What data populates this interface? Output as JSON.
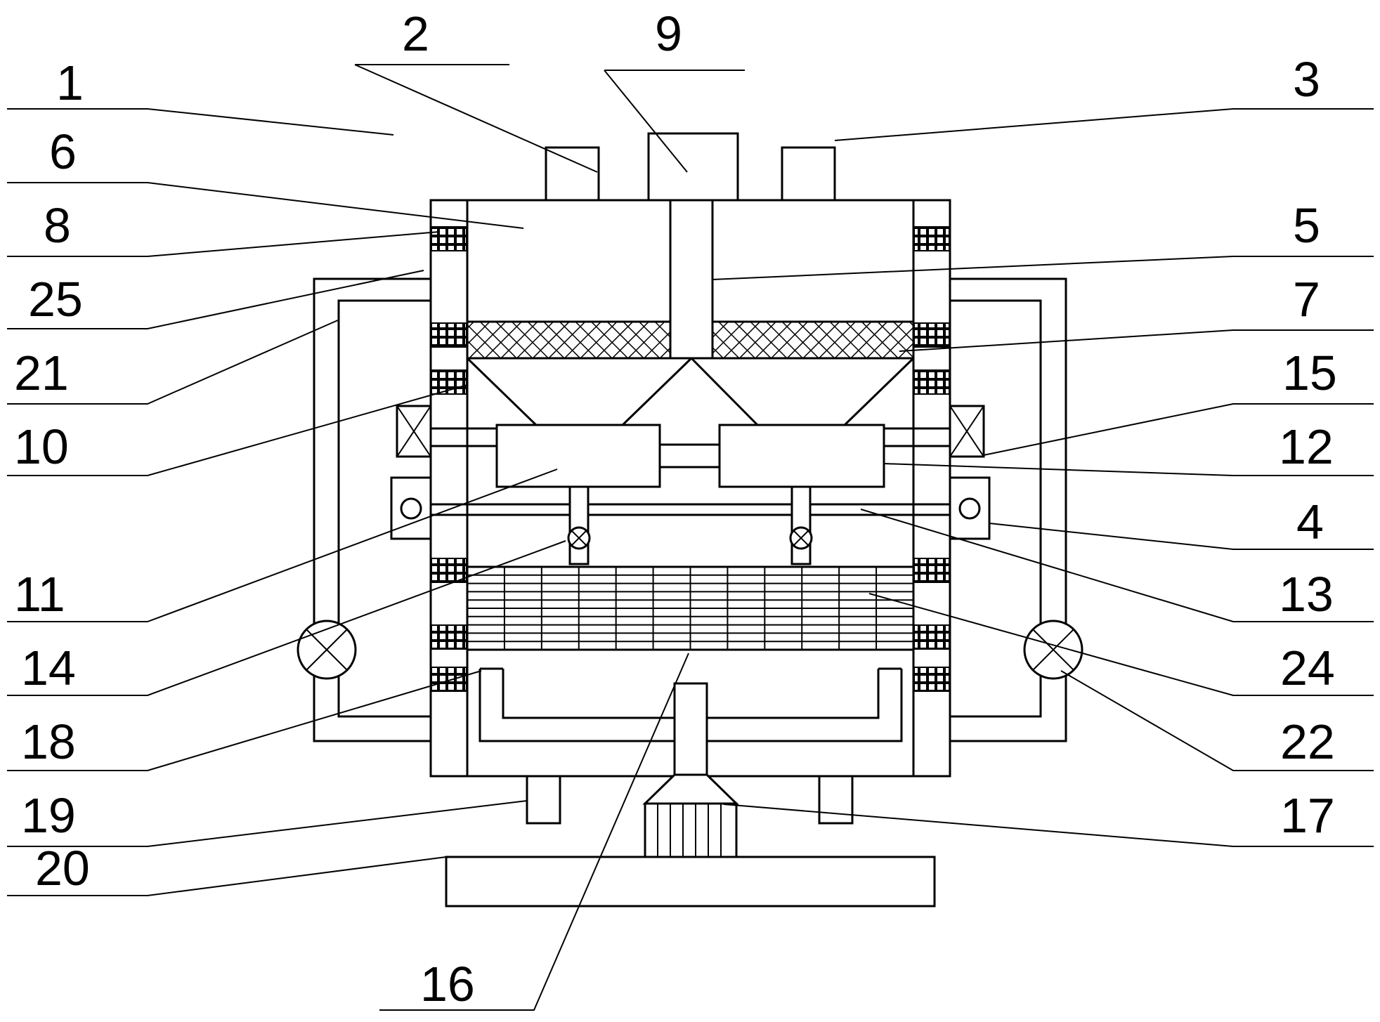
{
  "labels": {
    "l1": "1",
    "l2": "2",
    "l3": "3",
    "l4": "4",
    "l5": "5",
    "l6": "6",
    "l7": "7",
    "l8": "8",
    "l9": "9",
    "l10": "10",
    "l11": "11",
    "l12": "12",
    "l13": "13",
    "l14": "14",
    "l15": "15",
    "l16": "16",
    "l17": "17",
    "l18": "18",
    "l19": "19",
    "l20": "20",
    "l21": "21",
    "l22": "22",
    "l24": "24",
    "l25": "25"
  }
}
